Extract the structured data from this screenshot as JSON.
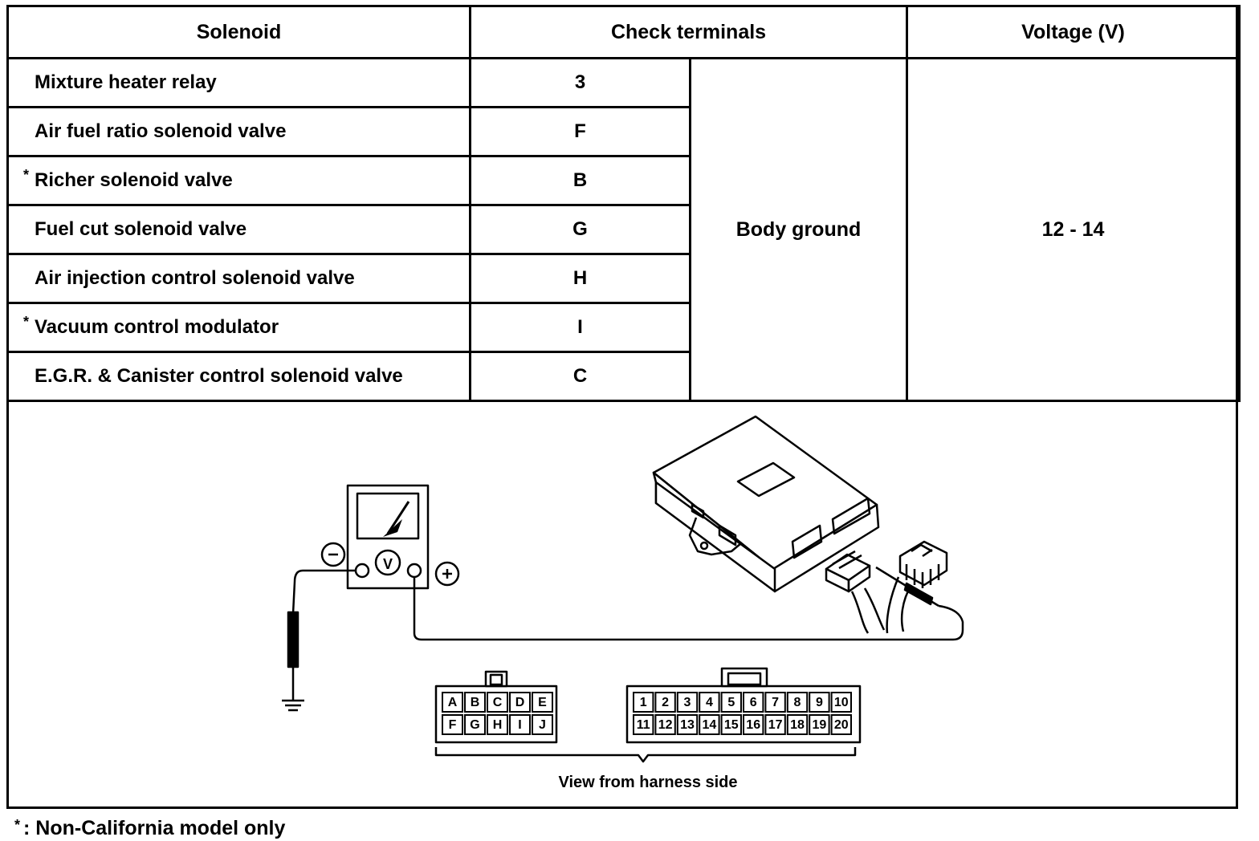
{
  "table": {
    "headers": {
      "solenoid": "Solenoid",
      "check_terminals": "Check terminals",
      "voltage": "Voltage (V)"
    },
    "rows": [
      {
        "solenoid": "Mixture heater relay",
        "terminal": "3",
        "star": ""
      },
      {
        "solenoid": "Air fuel ratio solenoid valve",
        "terminal": "F",
        "star": ""
      },
      {
        "solenoid": "Richer solenoid valve",
        "terminal": "B",
        "star": "*"
      },
      {
        "solenoid": "Fuel cut solenoid valve",
        "terminal": "G",
        "star": ""
      },
      {
        "solenoid": "Air injection control solenoid valve",
        "terminal": "H",
        "star": ""
      },
      {
        "solenoid": "Vacuum control modulator",
        "terminal": "I",
        "star": "*"
      },
      {
        "solenoid": "E.G.R. & Canister control solenoid valve",
        "terminal": "C",
        "star": ""
      }
    ],
    "ground": "Body ground",
    "voltage_value": "12 - 14"
  },
  "diagram": {
    "meter_symbol": "V",
    "minus_symbol": "−",
    "plus_symbol": "+",
    "connector_left": {
      "row1": [
        "A",
        "B",
        "C",
        "D",
        "E"
      ],
      "row2": [
        "F",
        "G",
        "H",
        "I",
        "J"
      ]
    },
    "connector_right": {
      "row1": [
        "1",
        "2",
        "3",
        "4",
        "5",
        "6",
        "7",
        "8",
        "9",
        "10"
      ],
      "row2": [
        "11",
        "12",
        "13",
        "14",
        "15",
        "16",
        "17",
        "18",
        "19",
        "20"
      ]
    },
    "caption": "View from harness side"
  },
  "footnote": {
    "star": "*",
    "text": ":  Non-California model only"
  }
}
